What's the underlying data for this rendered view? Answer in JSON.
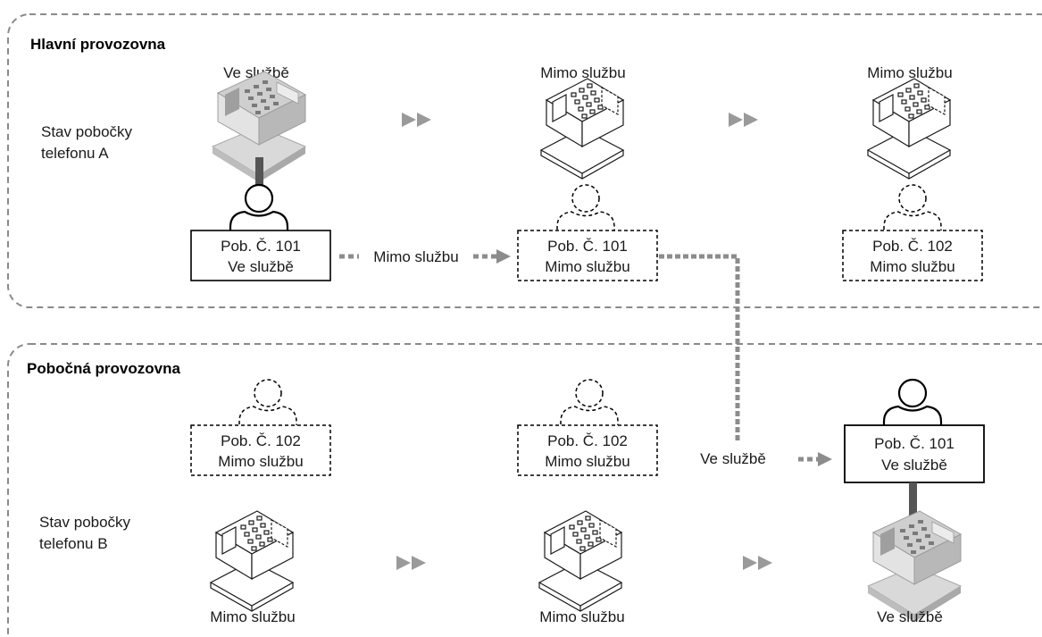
{
  "sections": {
    "main_site": {
      "title": "Hlavní provozovna",
      "row_label": [
        "Stav pobočky",
        "telefonu A"
      ]
    },
    "branch_site": {
      "title": "Pobočná provozovna",
      "row_label": [
        "Stav pobočky",
        "telefonu B"
      ]
    }
  },
  "phone_status": {
    "a1": "Ve službě",
    "a2": "Mimo službu",
    "a3": "Mimo službu",
    "b1": "Mimo službu",
    "b2": "Mimo službu",
    "b3": "Ve službě"
  },
  "ext_boxes": {
    "a1": [
      "Pob. Č. 101",
      "Ve službě"
    ],
    "a2": [
      "Pob. Č. 101",
      "Mimo službu"
    ],
    "a3": [
      "Pob. Č. 102",
      "Mimo službu"
    ],
    "b1": [
      "Pob. Č. 102",
      "Mimo službu"
    ],
    "b2": [
      "Pob. Č. 102",
      "Mimo službu"
    ],
    "b3": [
      "Pob. Č. 101",
      "Ve službě"
    ]
  },
  "transitions": {
    "logout_label": "Mimo službu",
    "login_label": "Ve službě"
  },
  "icons": {
    "step_arrow": "double-play-arrow-icon",
    "person": "person-icon",
    "phone": "desk-phone-icon"
  },
  "colors": {
    "frame_dash": "#8a8a8a",
    "flow_arrow": "#8c8c8c",
    "step_arrow": "#9a9a9a",
    "active_link": "#555555"
  }
}
